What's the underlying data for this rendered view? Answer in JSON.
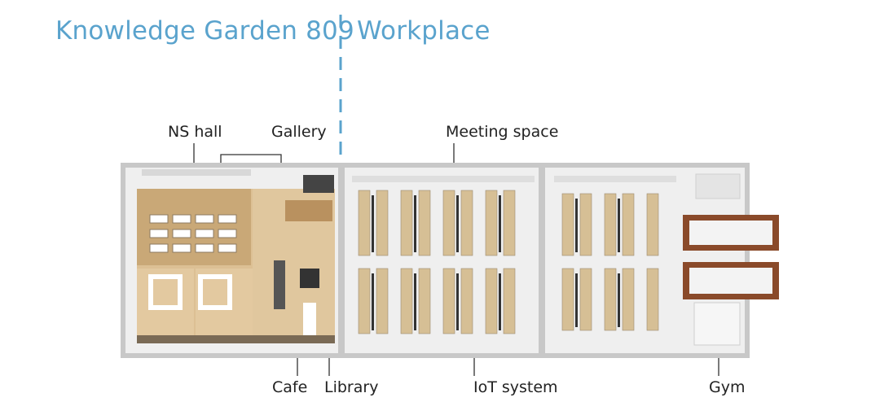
{
  "header": {
    "left_title": "Knowledge Garden 809",
    "right_title": "Workplace"
  },
  "labels": {
    "ns_hall": "NS hall",
    "gallery": "Gallery",
    "meeting_space": "Meeting space",
    "cafe": "Cafe",
    "library": "Library",
    "iot_system": "IoT system",
    "gym": "Gym"
  },
  "colors": {
    "header_blue": "#5aa3cd",
    "divider_blue": "#5aa3cd",
    "wood_floor": "#d9b98b",
    "wall": "#c9c9c9",
    "floor": "#f0f0f0",
    "gym_brown": "#8a4a2a",
    "label_text": "#222222"
  }
}
